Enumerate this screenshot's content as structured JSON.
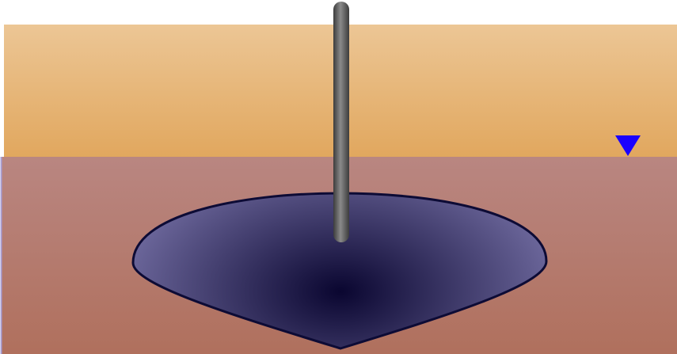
{
  "diagram": {
    "title": "",
    "colors": {
      "vadose_zone_top": "#ecc695",
      "vadose_zone_bottom": "#e1a75e",
      "saturated_zone_top": "#b98681",
      "saturated_zone_bottom": "#b0705d",
      "plume_center": "#0a0630",
      "plume_edge": "#6a6599",
      "plume_outline": "#0d0b35",
      "well_casing_light": "#8a8a8a",
      "well_casing_dark": "#3c3c3c",
      "water_table_marker": "#1a00ff"
    },
    "elements": [
      {
        "name": "vadose-zone",
        "kind": "soil layer (unsaturated, tan)"
      },
      {
        "name": "saturated-zone",
        "kind": "soil layer (groundwater, brown)"
      },
      {
        "name": "contaminant-plume",
        "kind": "dark blue plume"
      },
      {
        "name": "monitoring-well",
        "kind": "vertical gray well casing"
      },
      {
        "name": "water-table-marker",
        "kind": "blue inverted triangle",
        "icon": "triangle-down-icon"
      }
    ]
  }
}
